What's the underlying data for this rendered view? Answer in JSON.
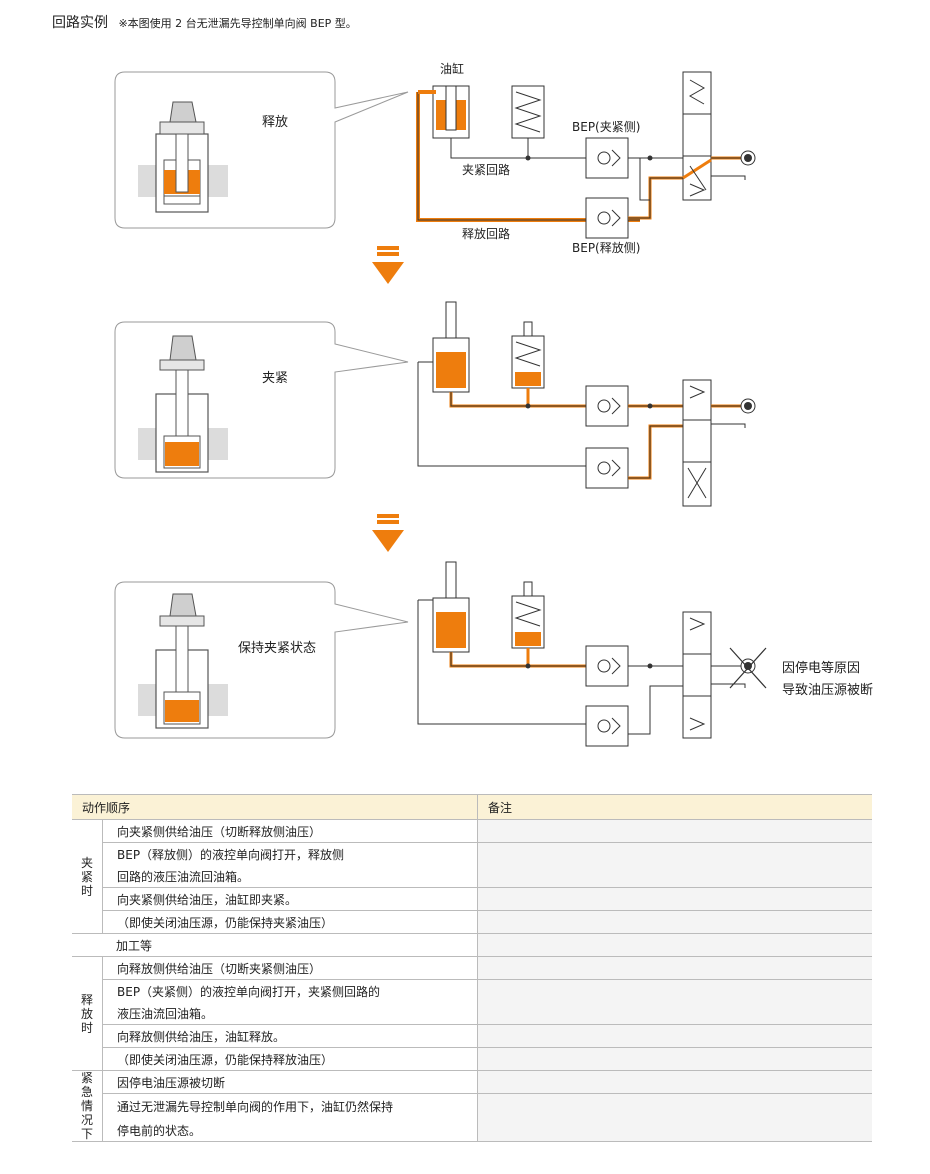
{
  "header": {
    "title": "回路实例",
    "note": "※本图使用 2 台无泄漏先导控制单向阀 BEP 型。"
  },
  "diagram": {
    "colors": {
      "oil": "#ee7d0d",
      "line": "#333333",
      "light": "#e0e0e0"
    },
    "stage1": {
      "state": "释放",
      "cylinder_label": "油缸",
      "clamp_circuit": "夹紧回路",
      "release_circuit": "释放回路",
      "valve_clamp": "BEP(夹紧侧)",
      "valve_release": "BEP(释放侧)"
    },
    "stage2": {
      "state": "夹紧"
    },
    "stage3": {
      "state": "保持夹紧状态",
      "cutoff_line1": "因停电等原因",
      "cutoff_line2": "导致油压源被断"
    }
  },
  "table": {
    "header_sequence": "动作顺序",
    "header_remark": "备注",
    "clamp": {
      "label": "夹紧时",
      "rows": [
        "向夹紧侧供给油压（切断释放侧油压）",
        "BEP（释放侧）的液控单向阀打开，释放侧",
        "回路的液压油流回油箱。",
        "向夹紧侧供给油压，油缸即夹紧。",
        "（即使关闭油压源，仍能保持夹紧油压）"
      ]
    },
    "process": "加工等",
    "release": {
      "label": "释放时",
      "rows": [
        "向释放侧供给油压（切断夹紧侧油压）",
        "BEP（夹紧侧）的液控单向阀打开，夹紧侧回路的",
        "液压油流回油箱。",
        "向释放侧供给油压，油缸释放。",
        "（即使关闭油压源，仍能保持释放油压）"
      ]
    },
    "emergency": {
      "label": "紧急情况下",
      "rows": [
        "因停电油压源被切断",
        "通过无泄漏先导控制单向阀的作用下，油缸仍然保持",
        "停电前的状态。"
      ]
    }
  }
}
